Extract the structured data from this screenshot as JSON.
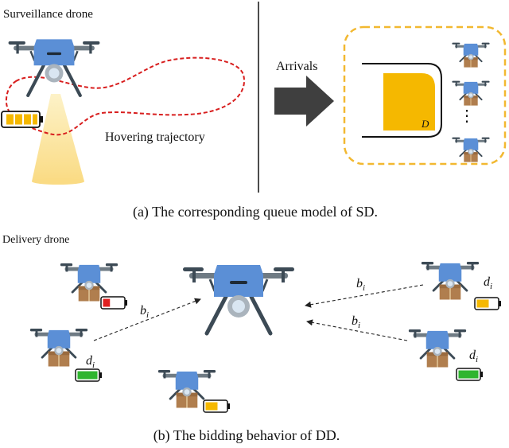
{
  "panel_a": {
    "title": "Surveillance drone",
    "arrivals_label": "Arrivals",
    "trajectory_label": "Hovering trajectory",
    "queue_label": "D",
    "ellipsis": "⋮",
    "caption": "(a) The corresponding queue model of SD."
  },
  "panel_b": {
    "title": "Delivery drone",
    "bid_label": "b",
    "bid_sub": "i",
    "dist_label": "d",
    "dist_sub": "i",
    "caption": "(b) The bidding behavior of DD."
  },
  "colors": {
    "drone_blue": "#5b8fd6",
    "drone_dark": "#3c4a55",
    "trajectory": "#d81e1e",
    "queue_fill": "#f5b800",
    "queue_border": "#f2b830",
    "box": "#b07e4e",
    "battery_red": "#e02020",
    "battery_yellow": "#f5b800",
    "battery_green": "#2fb52f",
    "cone": "#fbe39a"
  }
}
